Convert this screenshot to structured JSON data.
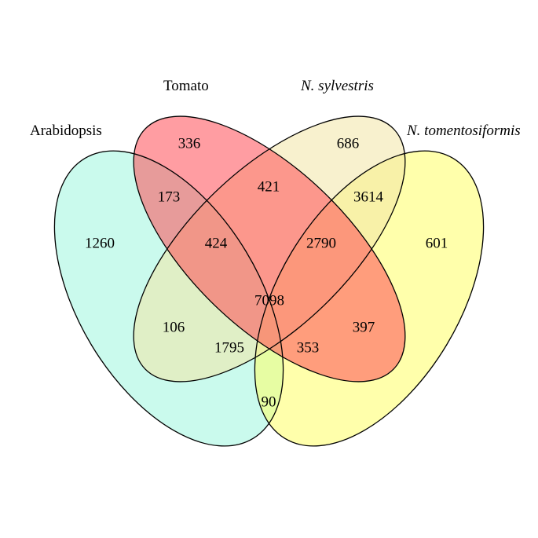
{
  "sets": [
    {
      "key": "arabidopsis",
      "label": "Arabidopsis",
      "italic": false,
      "color": "#9ff5df"
    },
    {
      "key": "tomato",
      "label": "Tomato",
      "italic": false,
      "color": "#ff4d55"
    },
    {
      "key": "sylvestris",
      "label": "N. sylvestris",
      "italic": true,
      "color": "#f2e6a6"
    },
    {
      "key": "tomentosiformis",
      "label": "N. tomentosiformis",
      "italic": true,
      "color": "#ffff66"
    }
  ],
  "regions": {
    "arabidopsis_only": "1260",
    "tomato_only": "336",
    "sylvestris_only": "686",
    "tomentosiformis_only": "601",
    "arabidopsis_tomato": "173",
    "tomato_sylvestris": "421",
    "sylvestris_tomentosiformis": "3614",
    "arabidopsis_tomato_sylvestris": "424",
    "tomato_sylvestris_tomentosiformis": "2790",
    "all_four": "7098",
    "arabidopsis_sylvestris": "106",
    "tomato_tomentosiformis": "397",
    "arabidopsis_sylvestris_tomentosiformis": "1795",
    "arabidopsis_tomato_tomentosiformis": "353",
    "arabidopsis_tomentosiformis": "90"
  }
}
